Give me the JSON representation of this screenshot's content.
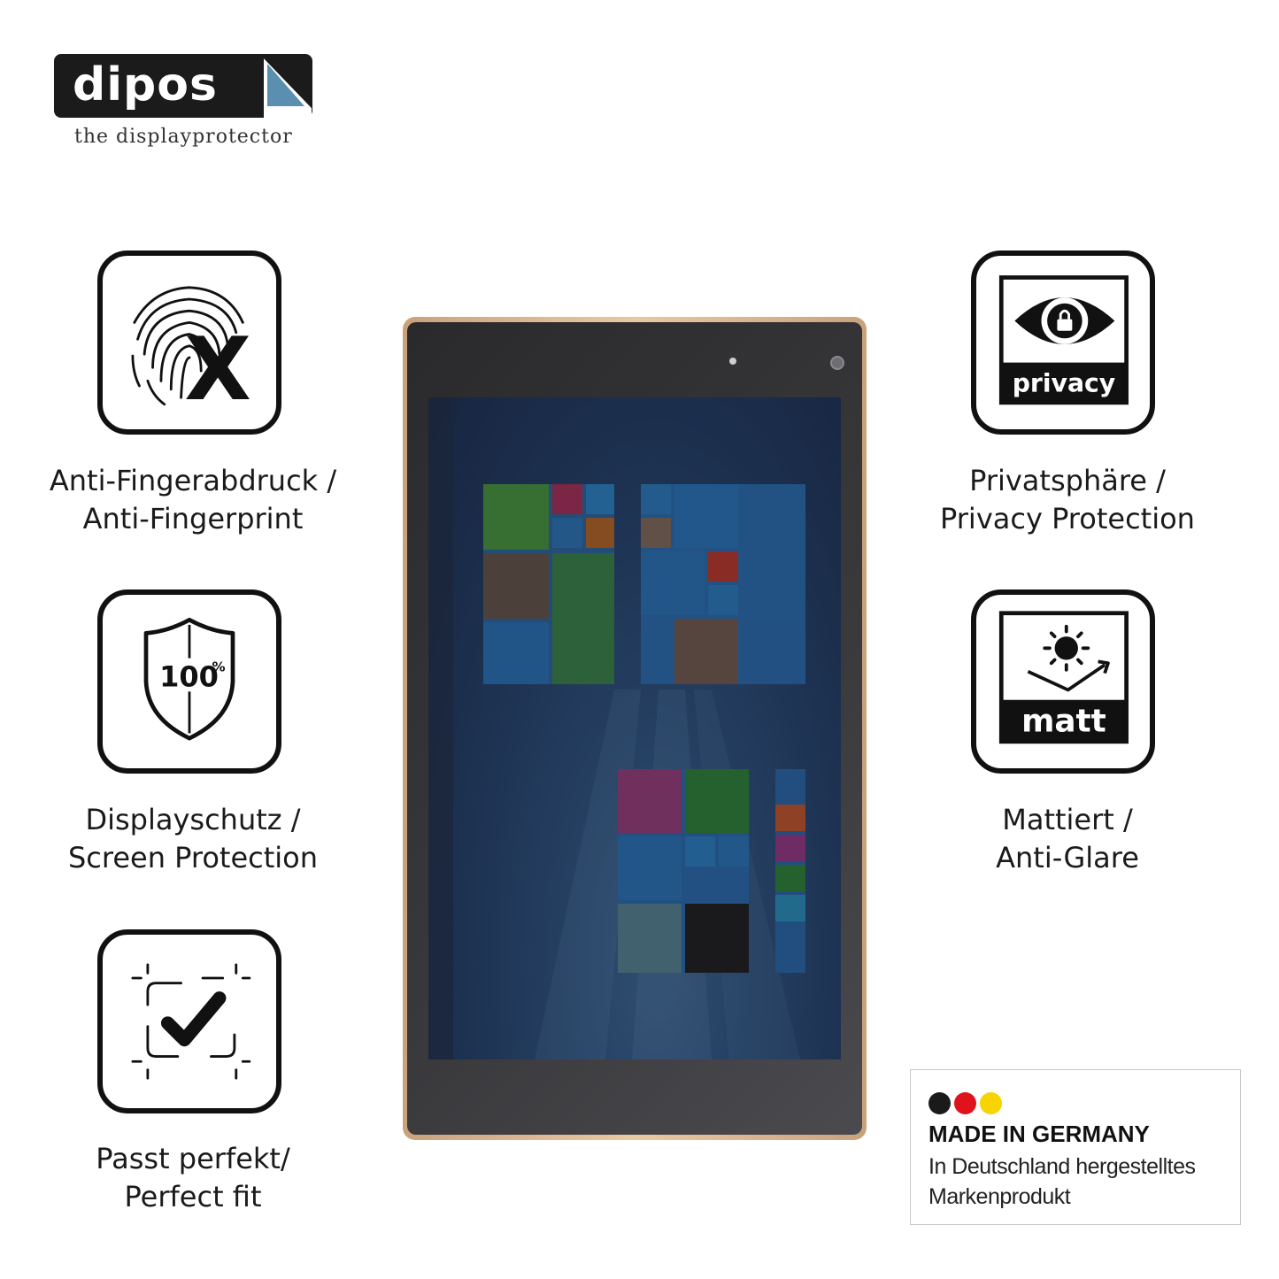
{
  "logo": {
    "brand": "dipos",
    "tagline": "the displayprotector"
  },
  "features": {
    "fingerprint": {
      "icon": "fingerprint-x-icon",
      "line1": "Anti-Fingerabdruck /",
      "line2": "Anti-Fingerprint"
    },
    "screen": {
      "icon": "shield-100-icon",
      "badge": "100",
      "badge_sup": "%",
      "line1": "Displayschutz /",
      "line2": "Screen Protection"
    },
    "fit": {
      "icon": "check-frame-icon",
      "line1": "Passt perfekt/",
      "line2": "Perfect fit"
    },
    "privacy": {
      "icon": "eye-lock-icon",
      "badge": "privacy",
      "line1": "Privatsphäre /",
      "line2": "Privacy Protection"
    },
    "matt": {
      "icon": "sun-reflection-icon",
      "badge": "matt",
      "line1": "Mattiert /",
      "line2": "Anti-Glare"
    }
  },
  "made_in": {
    "title": "MADE IN GERMANY",
    "line1": "In Deutschland hergestelltes",
    "line2": "Markenprodukt",
    "colors": [
      "#1a1a1a",
      "#e0121b",
      "#f7d300"
    ]
  },
  "tablet": {
    "icon": "windows-tablet-image"
  }
}
